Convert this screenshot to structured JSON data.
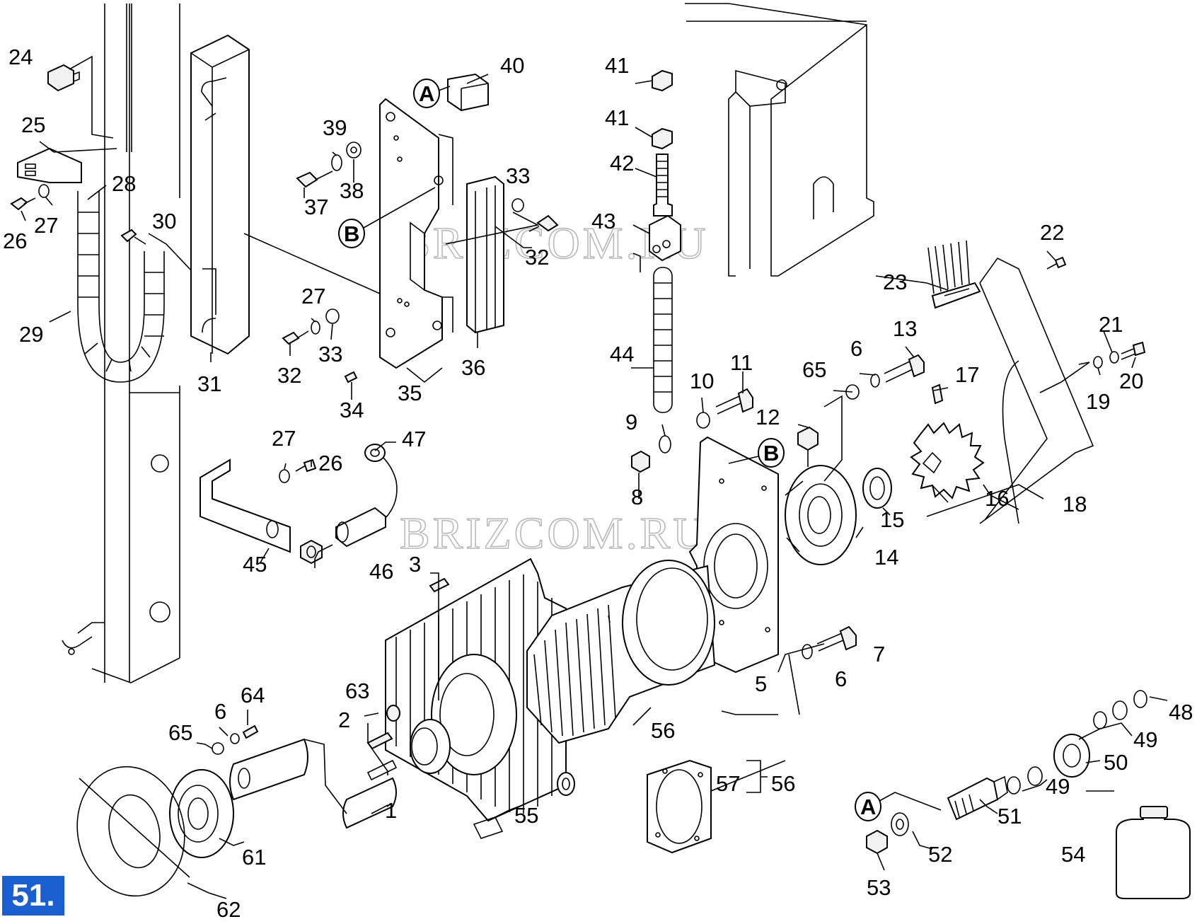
{
  "figure": {
    "number": "51."
  },
  "watermark": "BRIZCOM.RU",
  "colors": {
    "ink": "#000000",
    "badge": "#1a5fd0",
    "watermark": "#b9b9b9"
  },
  "refs": {
    "a": "A",
    "b": "B"
  },
  "labels": {
    "p1": "1",
    "p2": "2",
    "p3": "3",
    "p5": "5",
    "p6a": "6",
    "p6b": "6",
    "p6c": "6",
    "p7": "7",
    "p8": "8",
    "p9": "9",
    "p10": "10",
    "p11": "11",
    "p12": "12",
    "p13": "13",
    "p14": "14",
    "p15": "15",
    "p16": "16",
    "p17": "17",
    "p18": "18",
    "p19": "19",
    "p20": "20",
    "p21": "21",
    "p22": "22",
    "p23": "23",
    "p24": "24",
    "p25": "25",
    "p26a": "26",
    "p26b": "26",
    "p27a": "27",
    "p27b": "27",
    "p27c": "27",
    "p28": "28",
    "p29": "29",
    "p30": "30",
    "p31": "31",
    "p32a": "32",
    "p32b": "32",
    "p33a": "33",
    "p33b": "33",
    "p34": "34",
    "p35": "35",
    "p36": "36",
    "p37": "37",
    "p38": "38",
    "p39": "39",
    "p40": "40",
    "p41a": "41",
    "p41b": "41",
    "p42": "42",
    "p43": "43",
    "p44": "44",
    "p45": "45",
    "p46": "46",
    "p47": "47",
    "p48": "48",
    "p49a": "49",
    "p49b": "49",
    "p50": "50",
    "p51": "51",
    "p52": "52",
    "p53": "53",
    "p54": "54",
    "p55": "55",
    "p56a": "56",
    "p56b": "56",
    "p57": "57",
    "p61": "61",
    "p62": "62",
    "p63": "63",
    "p64": "64",
    "p65a": "65",
    "p65b": "65"
  }
}
